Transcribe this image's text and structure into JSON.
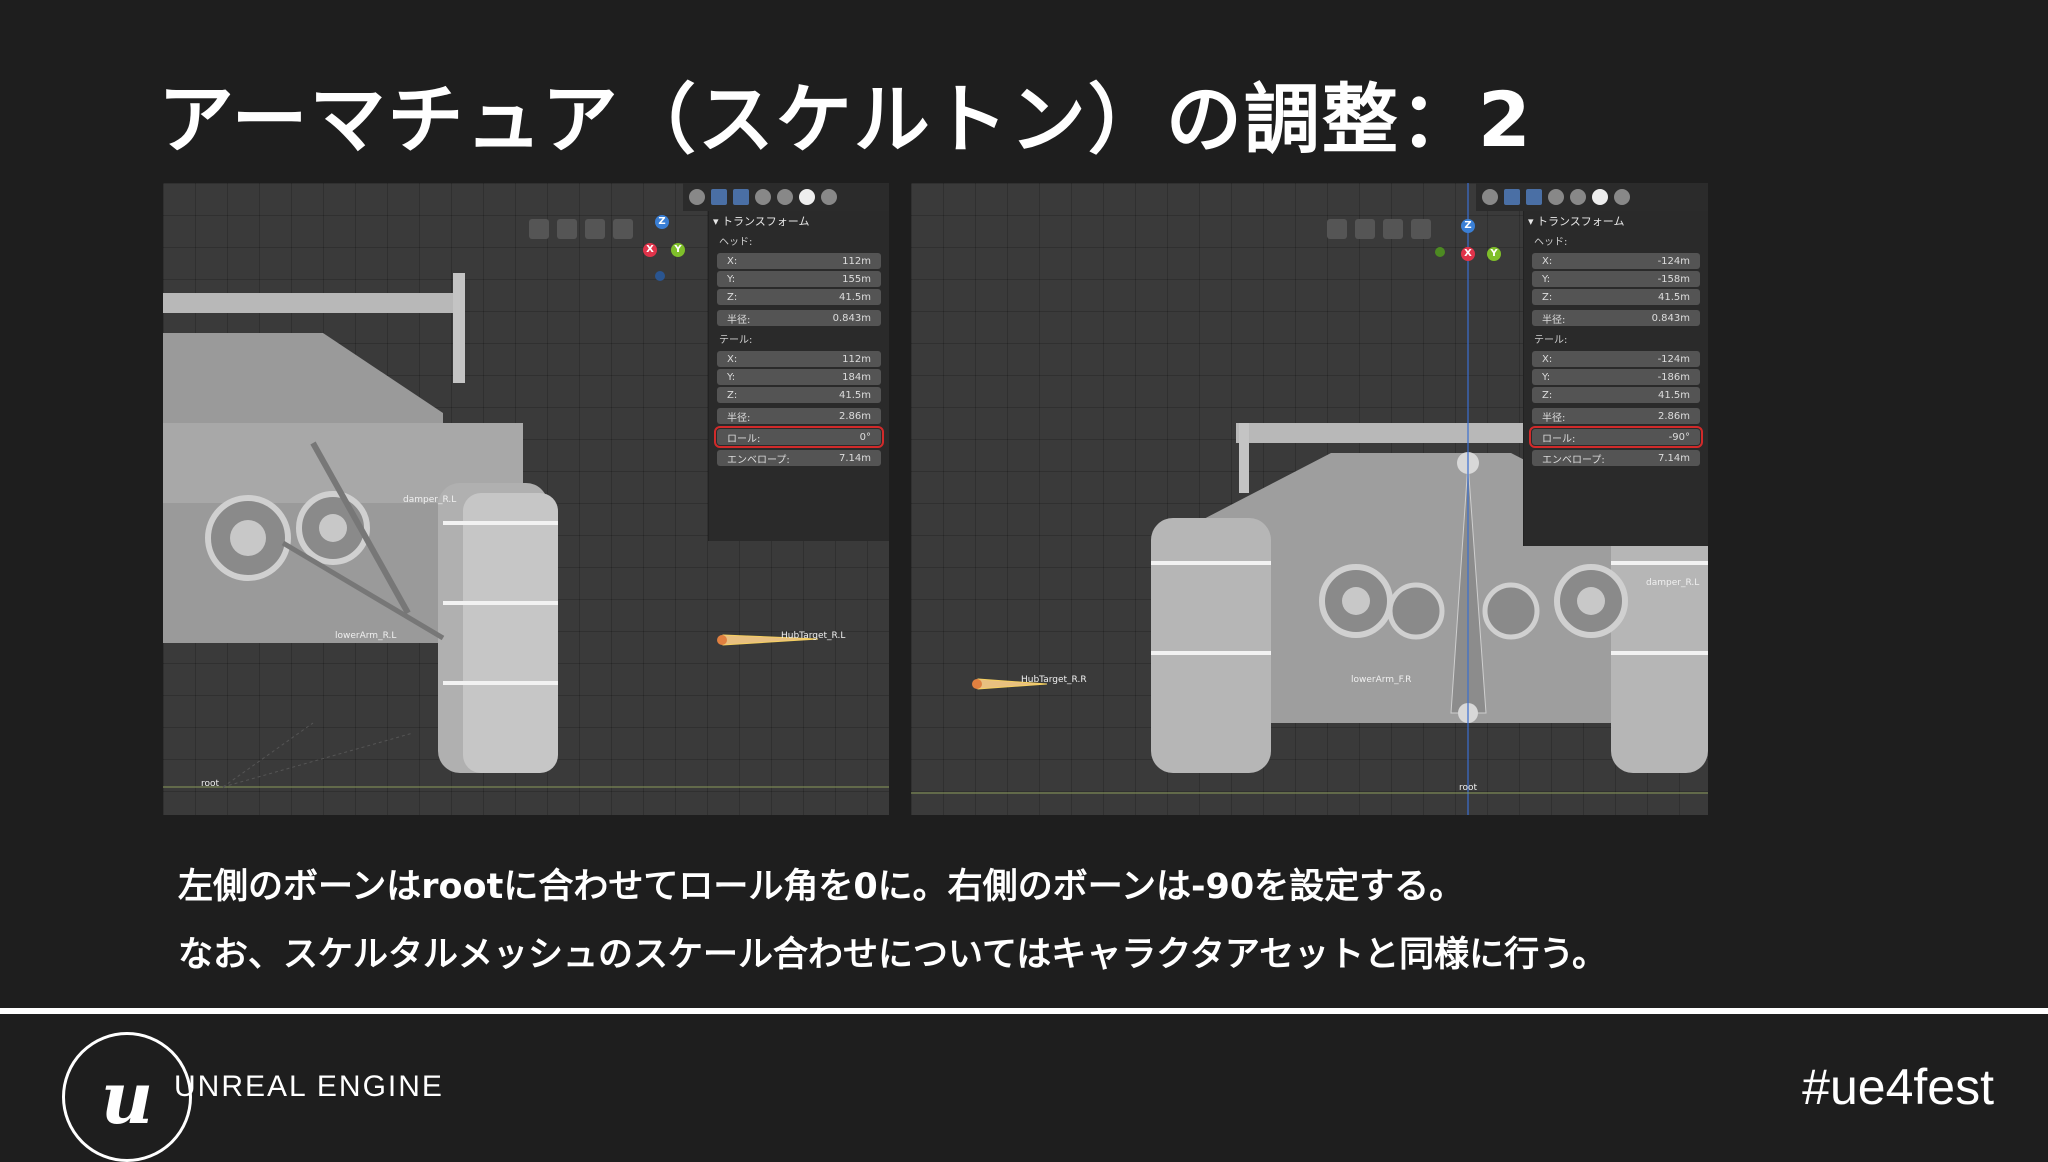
{
  "slide": {
    "title": "アーマチュア（スケルトン）の調整：2",
    "caption_line1": "左側のボーンはrootに合わせてロール角を0に。右側のボーンは-90を設定する。",
    "caption_line2": "なお、スケルタルメッシュのスケール合わせについてはキャラクタアセットと同様に行う。"
  },
  "left_view": {
    "panel_title": "▾ トランスフォーム",
    "head_label": "ヘッド:",
    "head": [
      {
        "label": "X:",
        "value": "112m"
      },
      {
        "label": "Y:",
        "value": "155m"
      },
      {
        "label": "Z:",
        "value": "41.5m"
      }
    ],
    "head_radius": {
      "label": "半径:",
      "value": "0.843m"
    },
    "tail_label": "テール:",
    "tail": [
      {
        "label": "X:",
        "value": "112m"
      },
      {
        "label": "Y:",
        "value": "184m"
      },
      {
        "label": "Z:",
        "value": "41.5m"
      }
    ],
    "tail_radius": {
      "label": "半径:",
      "value": "2.86m"
    },
    "roll": {
      "label": "ロール:",
      "value": "0°"
    },
    "envelope": {
      "label": "エンベロープ:",
      "value": "7.14m"
    },
    "bone_labels": {
      "damper": "damper_R.L",
      "hub": "HubTarget_R.L",
      "root": "root",
      "lower": "lowerArm_R.L"
    }
  },
  "right_view": {
    "panel_title": "▾ トランスフォーム",
    "head_label": "ヘッド:",
    "head": [
      {
        "label": "X:",
        "value": "-124m"
      },
      {
        "label": "Y:",
        "value": "-158m"
      },
      {
        "label": "Z:",
        "value": "41.5m"
      }
    ],
    "head_radius": {
      "label": "半径:",
      "value": "0.843m"
    },
    "tail_label": "テール:",
    "tail": [
      {
        "label": "X:",
        "value": "-124m"
      },
      {
        "label": "Y:",
        "value": "-186m"
      },
      {
        "label": "Z:",
        "value": "41.5m"
      }
    ],
    "tail_radius": {
      "label": "半径:",
      "value": "2.86m"
    },
    "roll": {
      "label": "ロール:",
      "value": "-90°"
    },
    "envelope": {
      "label": "エンベロープ:",
      "value": "7.14m"
    },
    "bone_labels": {
      "damper": "damper_R.L",
      "hub": "HubTarget_R.R",
      "root": "root",
      "lower": "lowerArm_F.R"
    }
  },
  "footer": {
    "engine_name": "UNREAL ENGINE",
    "hashtag": "#ue4fest",
    "logo_letter": "u"
  },
  "colors": {
    "background": "#1e1e1e",
    "highlight": "#d12a2a",
    "gizmo_x": "#e0334a",
    "gizmo_y": "#7fbf2a",
    "gizmo_z": "#3a7fd5"
  }
}
